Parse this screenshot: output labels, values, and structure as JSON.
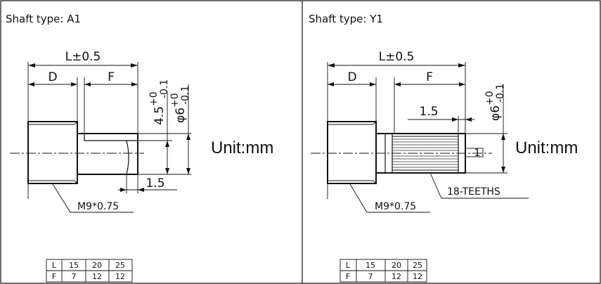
{
  "panels": [
    {
      "title": "Shaft type:  A1",
      "dims": {
        "L": "L±0.5",
        "D": "D",
        "F": "F",
        "groove": "1.5",
        "thread": "M9*0.75"
      },
      "dia_a": {
        "base": "4.5",
        "sup": "+0",
        "sub": "-0.1"
      },
      "dia_b": {
        "base": "φ6",
        "sup": "+0",
        "sub": "-0.1"
      },
      "unit": "Unit:mm",
      "table": {
        "rows": [
          [
            "L",
            "15",
            "20",
            "25"
          ],
          [
            "F",
            "7",
            "12",
            "12"
          ]
        ]
      }
    },
    {
      "title": "Shaft type:  Y1",
      "dims": {
        "L": "L±0.5",
        "D": "D",
        "F": "F",
        "groove": "1.5",
        "thread": "M9*0.75",
        "teeth": "18-TEETHS",
        "slot": "1"
      },
      "dia_b": {
        "base": "φ6",
        "sup": "+0",
        "sub": "-0.1"
      },
      "unit": "Unit:mm",
      "table": {
        "rows": [
          [
            "L",
            "15",
            "20",
            "25"
          ],
          [
            "F",
            "7",
            "12",
            "12"
          ]
        ]
      }
    }
  ]
}
